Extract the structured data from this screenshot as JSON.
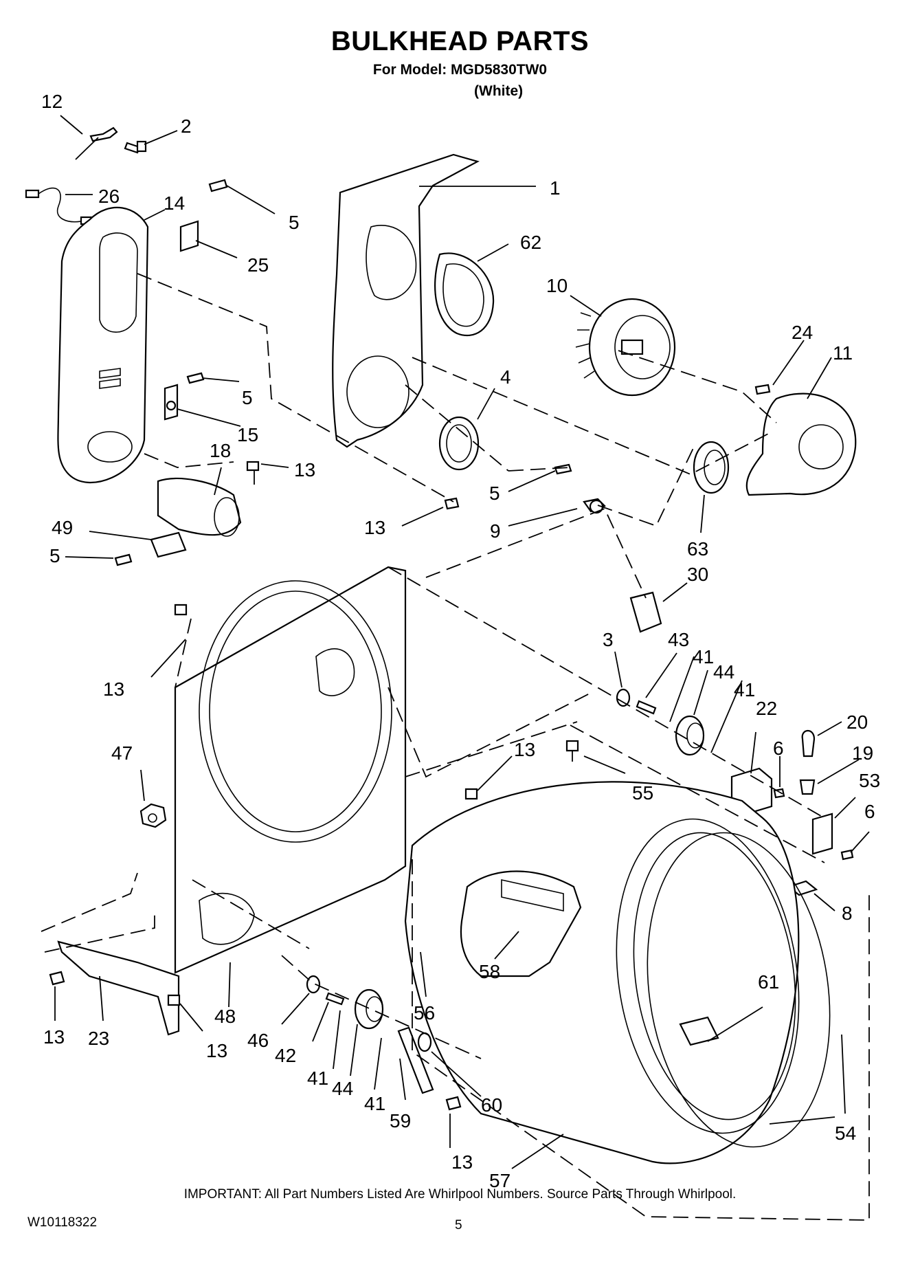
{
  "header": {
    "title": "BULKHEAD PARTS",
    "model_line": "For Model: MGD5830TW0",
    "variant": "(White)"
  },
  "footer": {
    "note": "IMPORTANT: All Part Numbers Listed Are Whirlpool Numbers. Source Parts Through Whirlpool.",
    "document_number": "W10118322",
    "page_number": "5"
  },
  "callouts": [
    {
      "label": "12",
      "part": "wire-clip"
    },
    {
      "label": "2",
      "part": "screw"
    },
    {
      "label": "26",
      "part": "wire-harness"
    },
    {
      "label": "14",
      "part": "lint-duct-housing"
    },
    {
      "label": "5",
      "part": "screw"
    },
    {
      "label": "25",
      "part": "bracket"
    },
    {
      "label": "1",
      "part": "blower-housing"
    },
    {
      "label": "62",
      "part": "seal"
    },
    {
      "label": "10",
      "part": "blower-wheel"
    },
    {
      "label": "24",
      "part": "screw"
    },
    {
      "label": "11",
      "part": "blower-cover"
    },
    {
      "label": "4",
      "part": "seal"
    },
    {
      "label": "5",
      "part": "screw"
    },
    {
      "label": "15",
      "part": "thermostat"
    },
    {
      "label": "18",
      "part": "inlet-duct"
    },
    {
      "label": "13",
      "part": "screw"
    },
    {
      "label": "49",
      "part": "bracket"
    },
    {
      "label": "5",
      "part": "screw"
    },
    {
      "label": "13",
      "part": "screw"
    },
    {
      "label": "5",
      "part": "screw"
    },
    {
      "label": "9",
      "part": "thermistor"
    },
    {
      "label": "63",
      "part": "seal"
    },
    {
      "label": "30",
      "part": "cover"
    },
    {
      "label": "3",
      "part": "washer"
    },
    {
      "label": "43",
      "part": "shaft"
    },
    {
      "label": "41",
      "part": "retainer"
    },
    {
      "label": "44",
      "part": "roller"
    },
    {
      "label": "41",
      "part": "retainer"
    },
    {
      "label": "22",
      "part": "switch"
    },
    {
      "label": "20",
      "part": "lamp"
    },
    {
      "label": "6",
      "part": "screw"
    },
    {
      "label": "19",
      "part": "socket"
    },
    {
      "label": "53",
      "part": "bracket"
    },
    {
      "label": "6",
      "part": "screw"
    },
    {
      "label": "13",
      "part": "screw"
    },
    {
      "label": "47",
      "part": "nut"
    },
    {
      "label": "13",
      "part": "screw"
    },
    {
      "label": "55",
      "part": "screw"
    },
    {
      "label": "8",
      "part": "clip"
    },
    {
      "label": "58",
      "part": "baffle"
    },
    {
      "label": "61",
      "part": "slide"
    },
    {
      "label": "56",
      "part": "seal"
    },
    {
      "label": "13",
      "part": "screw"
    },
    {
      "label": "23",
      "part": "bracket"
    },
    {
      "label": "13",
      "part": "screw"
    },
    {
      "label": "48",
      "part": "bulkhead"
    },
    {
      "label": "46",
      "part": "washer"
    },
    {
      "label": "42",
      "part": "shaft"
    },
    {
      "label": "41",
      "part": "retainer"
    },
    {
      "label": "44",
      "part": "roller"
    },
    {
      "label": "41",
      "part": "retainer"
    },
    {
      "label": "59",
      "part": "shaft"
    },
    {
      "label": "60",
      "part": "washer"
    },
    {
      "label": "13",
      "part": "screw"
    },
    {
      "label": "57",
      "part": "drum"
    },
    {
      "label": "54",
      "part": "seal"
    }
  ]
}
